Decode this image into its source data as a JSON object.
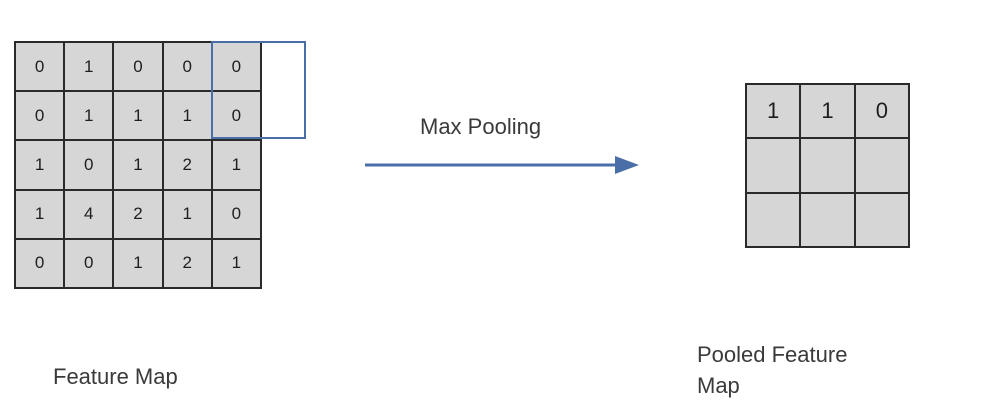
{
  "feature_map": {
    "label": "Feature Map",
    "rows": [
      [
        "0",
        "1",
        "0",
        "0",
        "0"
      ],
      [
        "0",
        "1",
        "1",
        "1",
        "0"
      ],
      [
        "1",
        "0",
        "1",
        "2",
        "1"
      ],
      [
        "1",
        "4",
        "2",
        "1",
        "0"
      ],
      [
        "0",
        "0",
        "1",
        "2",
        "1"
      ]
    ]
  },
  "operation": {
    "label": "Max Pooling",
    "color": "#4a6fa8"
  },
  "pooled_map": {
    "label_line1": "Pooled Feature",
    "label_line2": "Map",
    "rows": [
      [
        "1",
        "1",
        "0"
      ],
      [
        "",
        "",
        ""
      ],
      [
        "",
        "",
        ""
      ]
    ]
  }
}
